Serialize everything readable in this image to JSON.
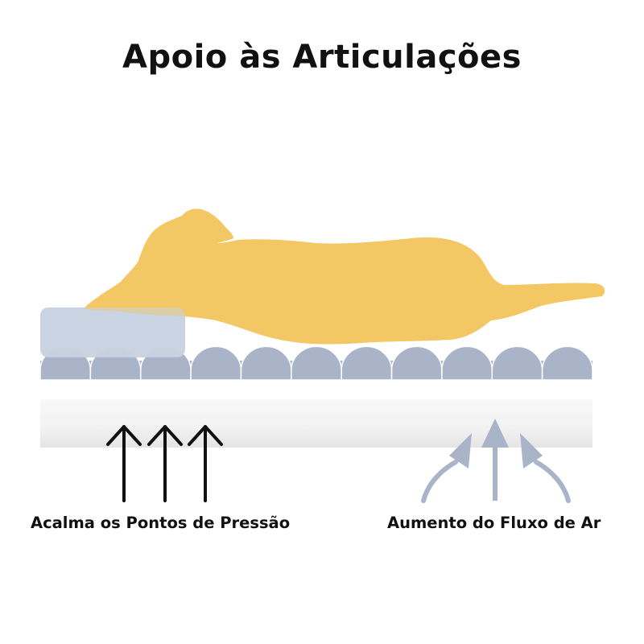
{
  "title": "Apoio às Articulações",
  "colors": {
    "dog": "#f2c764",
    "pillow": "#c9d2e0",
    "bumps": "#aab4c9",
    "base_top": "#f7f7f7",
    "base_bottom": "#e6e6e6",
    "pressure_arrows": "#111111",
    "airflow_arrows": "#aab4c9",
    "text": "#111111"
  },
  "icons": [
    "dog-silhouette",
    "pressure-arrow",
    "airflow-arrow"
  ],
  "callouts": {
    "pressure": {
      "label": "Acalma os Pontos de Pressão",
      "arrow_count": 3
    },
    "airflow": {
      "label": "Aumento do Fluxo de Ar",
      "arrow_count": 3
    }
  }
}
